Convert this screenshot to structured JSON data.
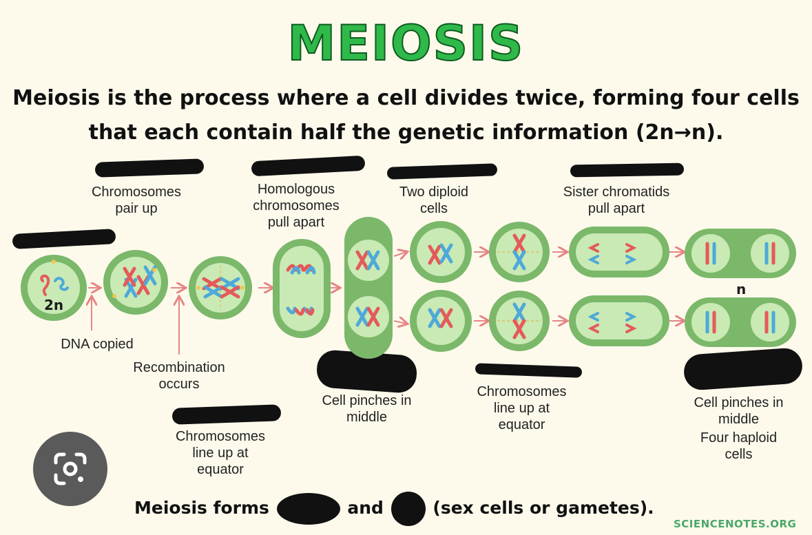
{
  "title": "MEIOSIS",
  "subtitle": {
    "line1": "Meiosis is the process where a cell divides twice, forming four cells",
    "line2": "that each contain half the genetic information (2n→n)."
  },
  "labels": {
    "pair_up": "Chromosomes\npair up",
    "homologous": "Homologous\nchromosomes\npull apart",
    "two_diploid": "Two diploid\ncells",
    "sister": "Sister chromatids\npull apart",
    "dna_copied": "DNA copied",
    "recombination": "Recombination\noccurs",
    "pinches1": "Cell pinches in\nmiddle",
    "line_up1": "Chromosomes\nline up at\nequator",
    "line_up2": "Chromosomes\nline up at\nequator",
    "pinches2": "Cell pinches in\nmiddle",
    "four_haploid": "Four haploid\ncells",
    "two_n": "2n",
    "n": "n"
  },
  "bottom": {
    "part1": "Meiosis forms",
    "part2": "and",
    "part3": "(sex cells or gametes)."
  },
  "credit": "SCIENCENOTES.ORG",
  "colors": {
    "title_green": "#2fb94a",
    "cell_outer": "#7bb86a",
    "cell_inner": "#c9eab4",
    "chrom_red": "#e45a5a",
    "chrom_blue": "#4ea9d9",
    "arrow": "#e58585"
  },
  "icons": [
    "lens-icon"
  ]
}
